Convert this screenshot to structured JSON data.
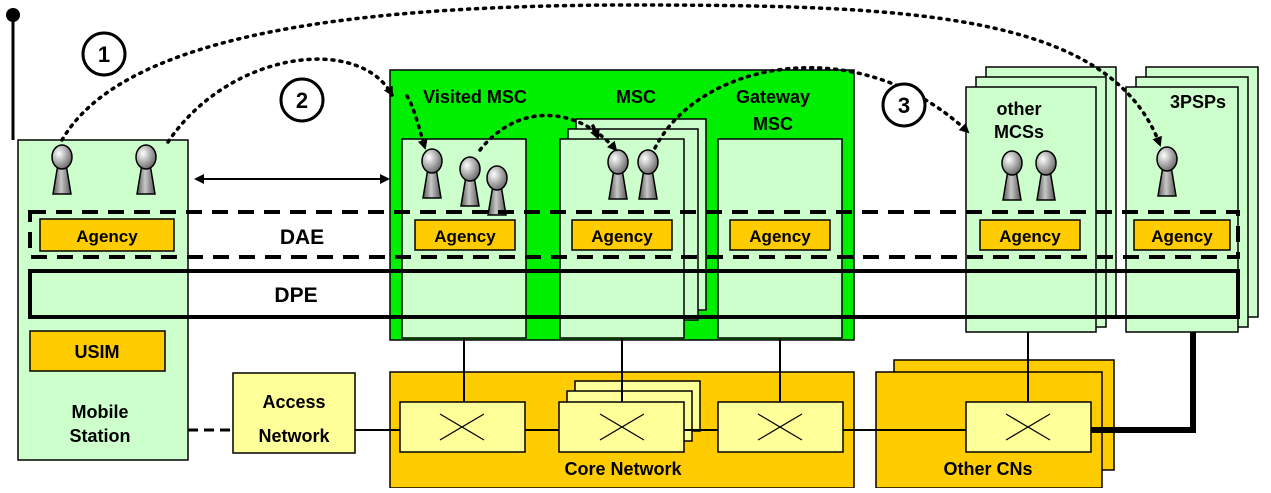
{
  "steps": {
    "one": "1",
    "two": "2",
    "three": "3"
  },
  "layers": {
    "dae": "DAE",
    "dpe": "DPE"
  },
  "mobile_station": {
    "usim": "USIM",
    "label_line1": "Mobile",
    "label_line2": "Station"
  },
  "access_network": {
    "line1": "Access",
    "line2": "Network"
  },
  "msc_domain": {
    "visited_msc": "Visited MSC",
    "msc": "MSC",
    "gateway_line1": "Gateway",
    "gateway_line2": "MSC"
  },
  "other_mscs": {
    "line1": "other",
    "line2": "MCSs"
  },
  "third_party": {
    "label": "3PSPs"
  },
  "agency_label": "Agency",
  "core_network": {
    "label": "Core Network"
  },
  "other_cns": {
    "label": "Other CNs"
  },
  "colors": {
    "light_green": "#ccffcc",
    "bright_green": "#00ee00",
    "orange": "#ffcc00",
    "agency": "#ffcc00",
    "switch_box": "#ffff99",
    "access_network": "#ffff99",
    "agent_gray": "#999999"
  },
  "icons": [
    "agent-figure-icon",
    "switch-cross-icon",
    "antenna-icon"
  ]
}
